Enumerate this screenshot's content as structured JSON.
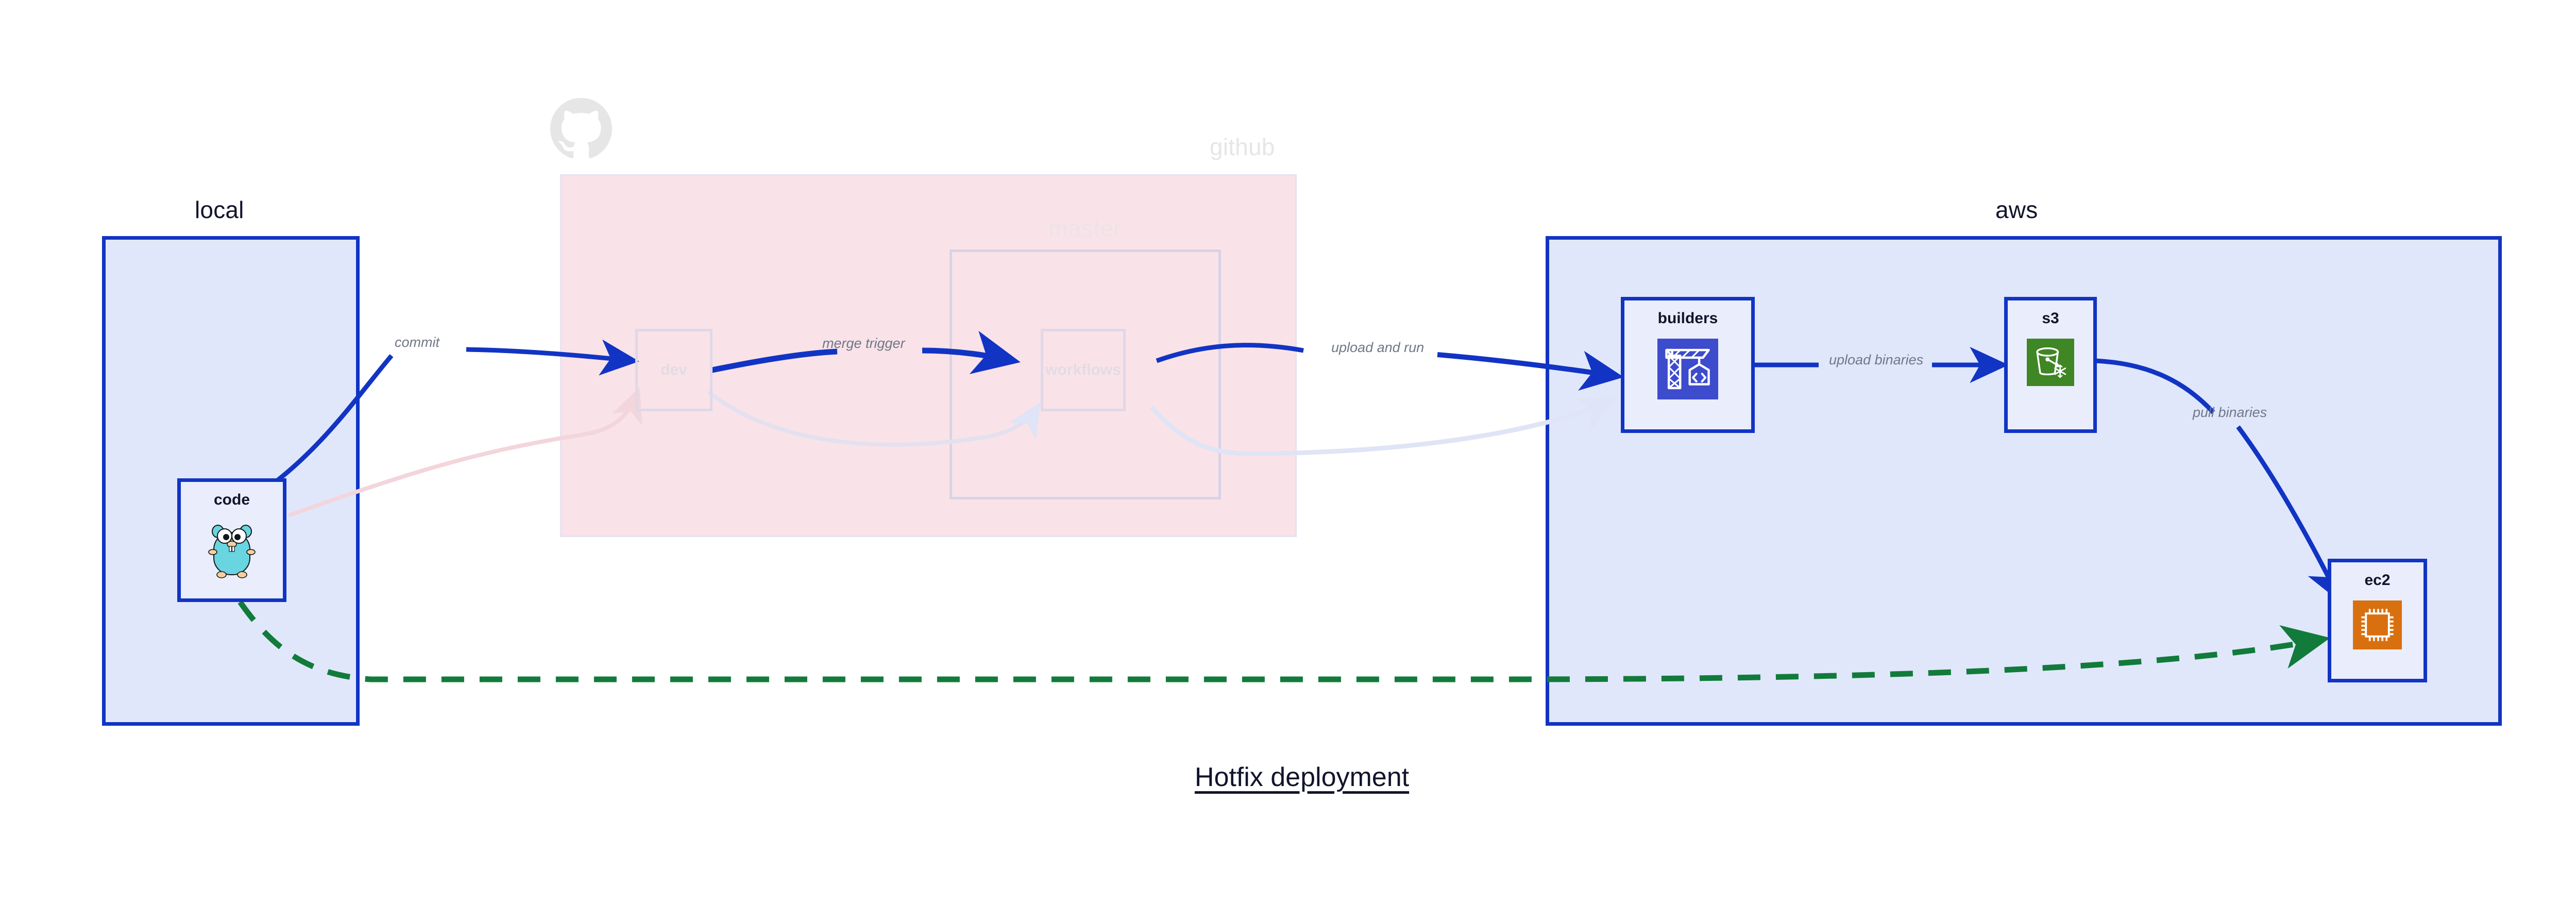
{
  "title": "Hotfix deployment",
  "groups": [
    {
      "id": "local",
      "label": "local"
    },
    {
      "id": "github",
      "label": "github"
    },
    {
      "id": "master",
      "label": "master"
    },
    {
      "id": "aws",
      "label": "aws"
    }
  ],
  "nodes": [
    {
      "id": "code",
      "label": "code",
      "icon": "go-gopher-icon",
      "group": "local",
      "faded": false
    },
    {
      "id": "dev",
      "label": "dev",
      "icon": "none",
      "group": "github",
      "faded": true
    },
    {
      "id": "workflows",
      "label": "workflows",
      "icon": "none",
      "group": "master",
      "faded": true
    },
    {
      "id": "builders",
      "label": "builders",
      "icon": "aws-codebuild-icon",
      "group": "aws",
      "faded": false
    },
    {
      "id": "s3",
      "label": "s3",
      "icon": "aws-s3-glacier-icon",
      "group": "aws",
      "faded": false
    },
    {
      "id": "ec2",
      "label": "ec2",
      "icon": "aws-ec2-icon",
      "group": "aws",
      "faded": false
    }
  ],
  "edges": [
    {
      "id": "commit",
      "label": "commit",
      "from": "code",
      "to": "dev",
      "style": "solid",
      "color": "#1134c4",
      "faded": false
    },
    {
      "id": "merge-trigger",
      "label": "merge trigger",
      "from": "dev",
      "to": "workflows",
      "style": "solid",
      "color": "#1134c4",
      "faded": false
    },
    {
      "id": "upload-and-run",
      "label": "upload and run",
      "from": "workflows",
      "to": "builders",
      "style": "solid",
      "color": "#1134c4",
      "faded": false
    },
    {
      "id": "upload-binaries",
      "label": "upload binaries",
      "from": "builders",
      "to": "s3",
      "style": "solid",
      "color": "#1134c4",
      "faded": false
    },
    {
      "id": "pull-binaries",
      "label": "pull binaries",
      "from": "s3",
      "to": "ec2",
      "style": "solid",
      "color": "#1134c4",
      "faded": false
    },
    {
      "id": "hotfix-direct",
      "label": "",
      "from": "code",
      "to": "ec2",
      "style": "dashed",
      "color": "#127b3b",
      "faded": false
    },
    {
      "id": "faded-code-dev",
      "label": "",
      "from": "code",
      "to": "dev",
      "style": "solid",
      "color": "#f0d3da",
      "faded": true
    },
    {
      "id": "faded-dev-wf",
      "label": "",
      "from": "dev",
      "to": "workflows",
      "style": "solid",
      "color": "#e0e0ef",
      "faded": true
    },
    {
      "id": "faded-wf-bld",
      "label": "",
      "from": "workflows",
      "to": "builders",
      "style": "solid",
      "color": "#dfe4f6",
      "faded": true
    }
  ],
  "colors": {
    "accent_blue": "#1134c4",
    "group_fill_blue": "#e1e7fb",
    "node_fill_blue": "#eaeefc",
    "github_pink": "#f9e3e8",
    "dashed_green": "#127b3b",
    "label_gray": "#707787",
    "text_dark": "#11142b",
    "s3_green": "#3f8624",
    "ec2_orange": "#d9700f",
    "codebuild_indigo": "#3d4ccc",
    "gopher_cyan": "#68d5e0"
  }
}
